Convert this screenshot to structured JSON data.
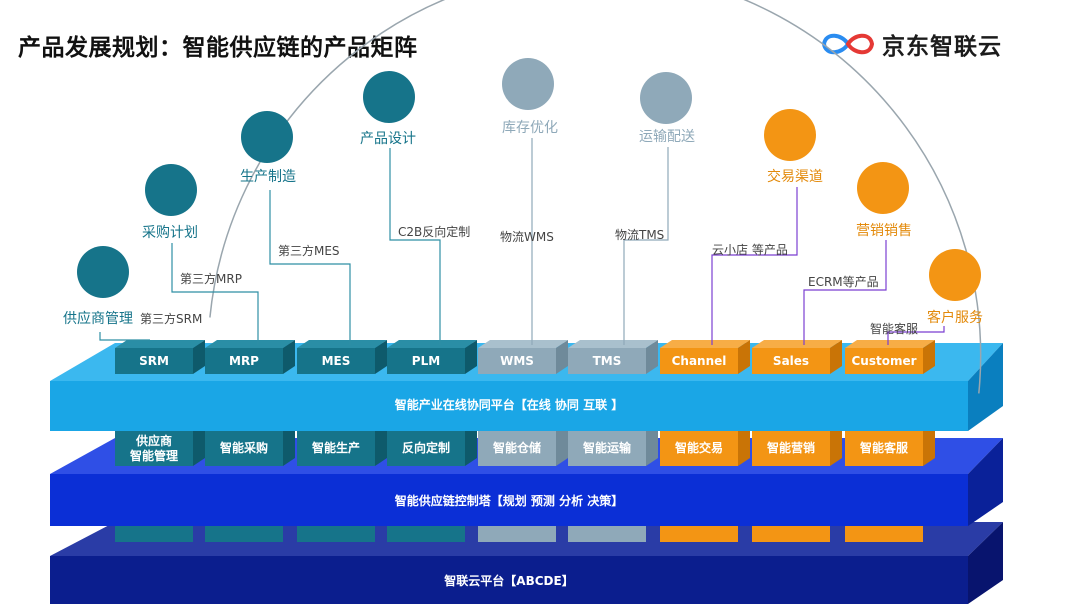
{
  "title": "产品发展规划：智能供应链的产品矩阵",
  "brand": {
    "name": "京东智联云",
    "logo_icon": "infinity-logo-icon",
    "colors": [
      "#2a8cf0",
      "#e53935"
    ]
  },
  "colors": {
    "teal": "#16748a",
    "gray": "#8fa9b9",
    "orange": "#f39514",
    "arc": "#9aa6ae",
    "layer1": "#1aa6e6",
    "layer2": "#0b2fd6",
    "layer3": "#0b1e8e"
  },
  "arc_nodes": [
    {
      "label": "供应商管理",
      "color": "teal"
    },
    {
      "label": "采购计划",
      "color": "teal"
    },
    {
      "label": "生产制造",
      "color": "teal"
    },
    {
      "label": "产品设计",
      "color": "teal"
    },
    {
      "label": "库存优化",
      "color": "gray"
    },
    {
      "label": "运输配送",
      "color": "gray"
    },
    {
      "label": "交易渠道",
      "color": "orange"
    },
    {
      "label": "营销销售",
      "color": "orange"
    },
    {
      "label": "客户服务",
      "color": "orange"
    }
  ],
  "product_labels": [
    "第三方SRM",
    "第三方MRP",
    "第三方MES",
    "C2B反向定制",
    "物流WMS",
    "物流TMS",
    "云小店 等产品",
    "ECRM等产品",
    "智能客服"
  ],
  "modules": [
    {
      "top": "SRM",
      "mid": "供应商\n智能管理",
      "color": "teal"
    },
    {
      "top": "MRP",
      "mid": "智能采购",
      "color": "teal"
    },
    {
      "top": "MES",
      "mid": "智能生产",
      "color": "teal"
    },
    {
      "top": "PLM",
      "mid": "反向定制",
      "color": "teal"
    },
    {
      "top": "WMS",
      "mid": "智能仓储",
      "color": "gray"
    },
    {
      "top": "TMS",
      "mid": "智能运输",
      "color": "gray"
    },
    {
      "top": "Channel",
      "mid": "智能交易",
      "color": "orange"
    },
    {
      "top": "Sales",
      "mid": "智能营销",
      "color": "orange"
    },
    {
      "top": "Customer",
      "mid": "智能客服",
      "color": "orange"
    }
  ],
  "layers": [
    {
      "label": "智能产业在线协同平台【在线 协同 互联 】"
    },
    {
      "label": "智能供应链控制塔【规划 预测 分析 决策】"
    },
    {
      "label": "智联云平台【ABCDE】"
    }
  ]
}
